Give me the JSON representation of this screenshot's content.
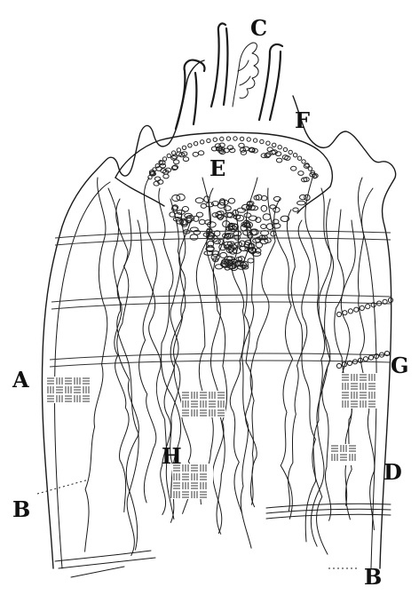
{
  "labels": {
    "A": "A",
    "B_left": "B",
    "B_right": "B",
    "C": "C",
    "D": "D",
    "E": "E",
    "F": "F",
    "G": "G",
    "H": "H"
  },
  "colors": {
    "ink": "#1a1a1a",
    "background": "#ffffff"
  }
}
